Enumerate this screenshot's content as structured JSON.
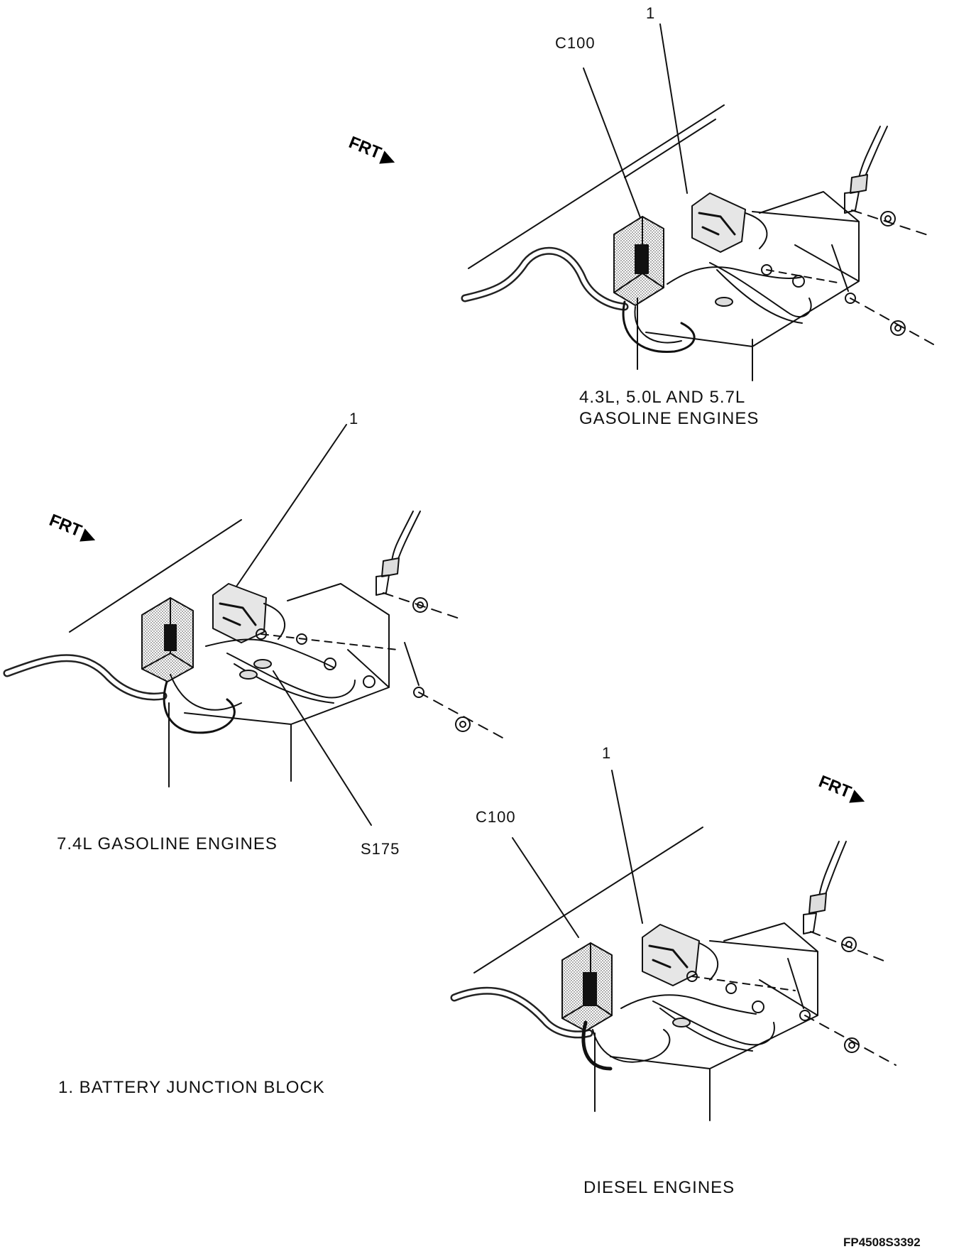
{
  "labels": {
    "top": {
      "callout_1": "1",
      "connector": "C100",
      "frt": "FRT",
      "caption_line1": "4.3L, 5.0L AND 5.7L",
      "caption_line2": "GASOLINE ENGINES"
    },
    "middle": {
      "callout_1": "1",
      "frt": "FRT",
      "caption": "7.4L GASOLINE ENGINES",
      "splice": "S175"
    },
    "bottom": {
      "callout_1": "1",
      "connector": "C100",
      "frt": "FRT",
      "caption": "DIESEL ENGINES"
    }
  },
  "legend": {
    "item_1": "1. BATTERY JUNCTION BLOCK"
  },
  "figure_id": "FP4508S3392",
  "colors": {
    "ink": "#111111",
    "background": "#ffffff",
    "block_fill": "#d8d8d8"
  }
}
